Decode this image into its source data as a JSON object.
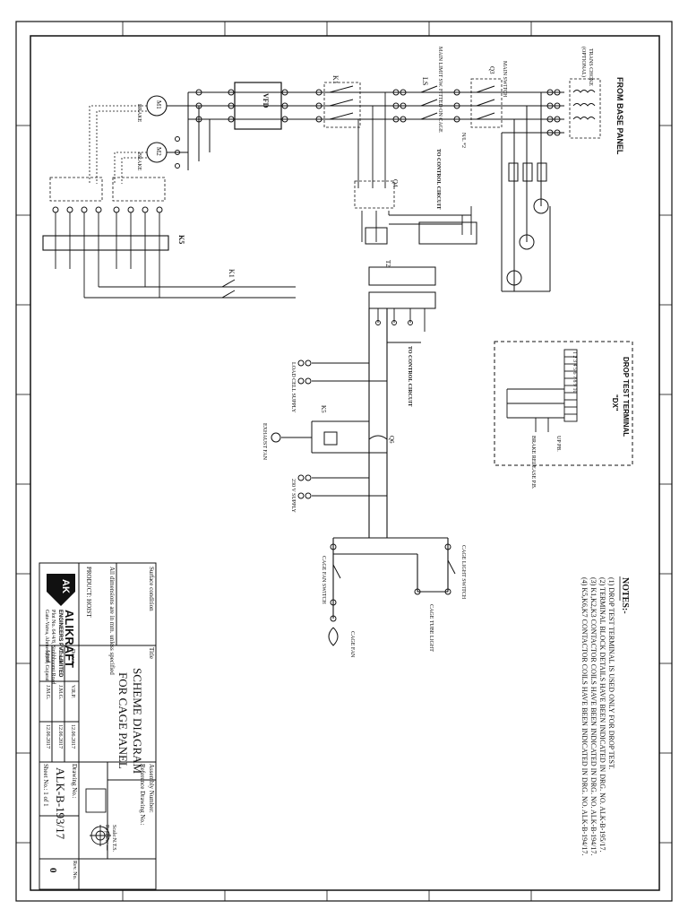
{
  "sources": {
    "from_base_panel": "FROM BASE PANEL",
    "trans_choke": "TRANS CHOKE",
    "trans_choke_opt": "(OPTIONAL)",
    "main_switch": "MAIN SWITCH",
    "main_switch_tag": "Q3",
    "main_limit": "MAIN LIMIT SW. FITTED ON CAGE",
    "main_limit_tag": "LS",
    "to_control": "TO CONTROL CIRCUIT",
    "to_control_2": "TO CONTROL CIRCUIT",
    "vfd": "VFD",
    "k1": "K1",
    "k1b": "K1",
    "k5": "K5",
    "k5b": "K5",
    "q4": "Q4",
    "q6": "Q6",
    "t2": "T2",
    "nl": "N/L *2"
  },
  "motor_labels": {
    "m1": "M1",
    "m2": "M2",
    "brake1": "BRAKE",
    "brake2": "BRAKE"
  },
  "loads": {
    "load_cell": "LOAD CELL SUPPLY",
    "exhaust_fan": "EXHAUST FAN",
    "supply_230": "230 V SUPPLY",
    "cage_light_switch": "CAGE LIGHT SWITCH",
    "cage_fan_switch": "CAGE FAN SWITCH",
    "cage_tube_light": "CAGE TUBE LIGHT",
    "cage_fan": "CAGE FAN"
  },
  "drop_test": {
    "title": "DROP TEST TERMINAL",
    "tag": "\"DX\"",
    "terminals": [
      "1",
      "2",
      "3",
      "4",
      "5",
      "6",
      "7",
      "8",
      "9",
      "10"
    ],
    "brake_release": "BRAKE RELEASE P.B.",
    "up_pb": "UP PB."
  },
  "notes": {
    "heading": "NOTES:-",
    "items": [
      "(1)   DROP TEST TERMINAL IS USED ONLY FOR DROP TEST.",
      "(2)   TERMINAL BLOCK DETAILS HAVE BEEN INDICATED IN DRG. NO. ALK-B-195/17.",
      "(3)   K1,K2,K3 CONTACTOR COILS HAVE BEEN INDICATED IN DRG. NO. ALK-B-194/17.",
      "(4)   K5,K6,K7 CONTACTOR COILS HAVE BEEN INDICATED IN DRG. NO. ALK-B-194/17."
    ]
  },
  "title_block": {
    "surface_condition": "Surface condition",
    "dimensions_note": "All dimensions are in mm. unless specified",
    "product": "PRODUCT: HOIST",
    "title_label": "Title",
    "title_line1": "SCHEME DIAGRAM",
    "title_line2": "FOR CAGE PANEL",
    "assembly_number": "Assembly Number:",
    "reference_drawing": "Reference Drawing No.:",
    "scale": "Scale:N.T.S.",
    "replace": "Replace:",
    "replace_val": "—",
    "drawing_no_label": "Drawing No.:",
    "drawing_no": "ALK-B-193/17",
    "sheet": "Sheet No.: 1 of 1",
    "rev_label": "Rev. No.",
    "rev": "0",
    "drawn_label": "Drawn",
    "check_label": "Check",
    "apprd_label": "Apprd.",
    "drawn_by": "V.R.P.",
    "check_by": "J.M.G.",
    "apprd_by": "J.M.G.",
    "drawn_date": "12.06.2017",
    "check_date": "12.06.2017",
    "apprd_date": "12.06.2017",
    "company": "ALIKRAFT",
    "company_sub": "ENGINEERS PVT. LIMITED",
    "company_addr1": "Plot No. 64/4/8, Sinhbhoomi Road",
    "company_addr2": "Gate-Vatva, Ahmedabad, Gujarat",
    "logo_text": "AK"
  }
}
